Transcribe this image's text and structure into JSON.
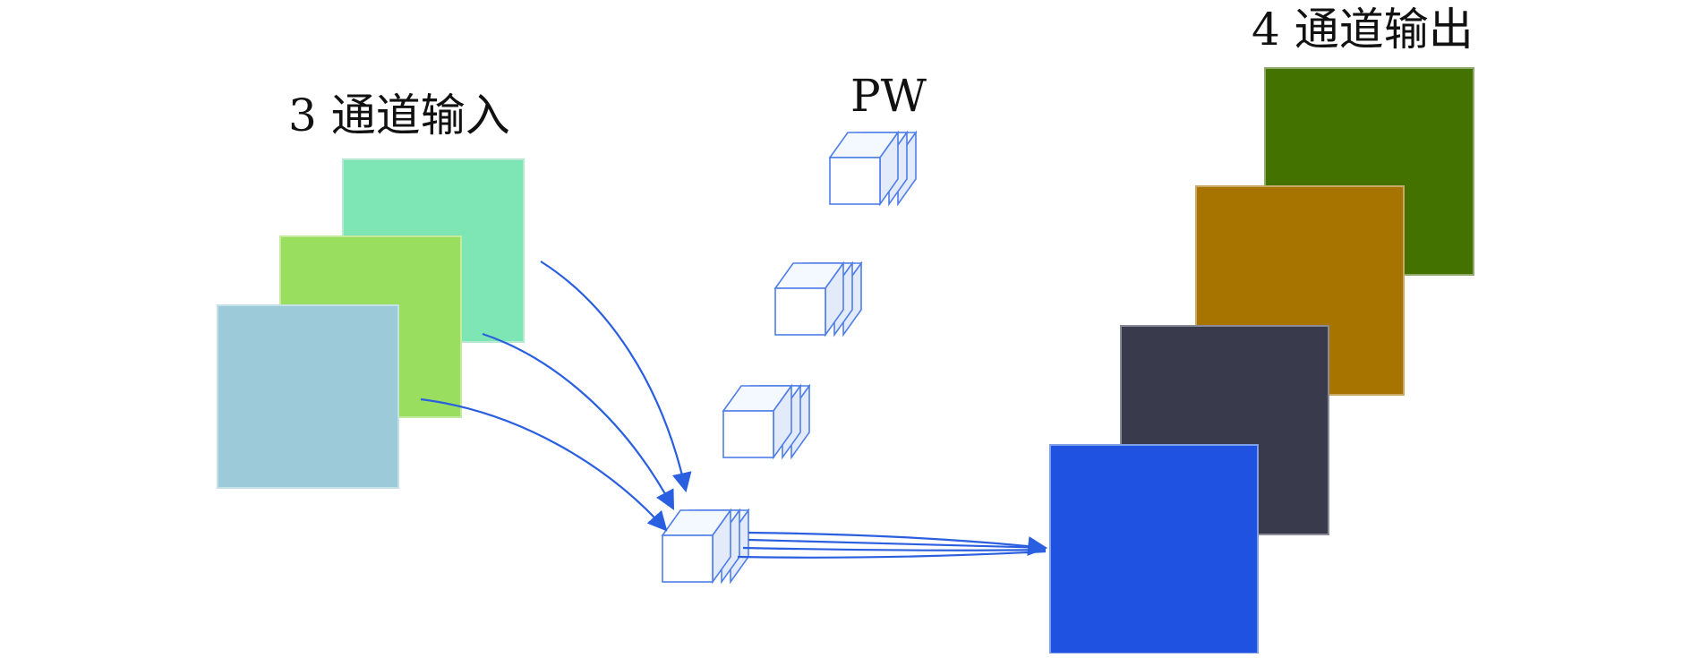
{
  "labels": {
    "input": "3 通道输入",
    "pw": "PW",
    "output": "4 通道输出"
  },
  "colors": {
    "input_channels": [
      "#7ee5b5",
      "#9ade5f",
      "#9ccad8"
    ],
    "output_channels": [
      "#437200",
      "#a77400",
      "#393a4c",
      "#1f52e0"
    ],
    "arrow": "#2a5fe0",
    "kernel_stroke": "#4f7ee8"
  },
  "diagram": {
    "input_channel_count": 3,
    "output_channel_count": 4,
    "pointwise_kernel_count": 4
  }
}
